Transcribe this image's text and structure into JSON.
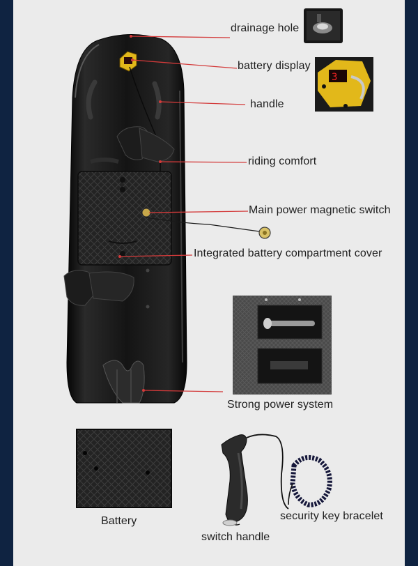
{
  "labels": {
    "drainage_hole": "drainage hole",
    "battery_display": "battery display",
    "handle": "handle",
    "riding_comfort": "riding comfort",
    "main_power_switch": "Main power magnetic switch",
    "battery_cover": "Integrated battery compartment cover",
    "power_system": "Strong power system",
    "battery": "Battery",
    "switch_handle": "switch handle",
    "security_bracelet": "security key bracelet"
  },
  "colors": {
    "background": "#0f2341",
    "panel": "#ebebeb",
    "pointer_line": "#d33a3a",
    "board": "#111111",
    "display_yellow": "#e2b81a"
  },
  "icons": {
    "display_digits": "3"
  }
}
